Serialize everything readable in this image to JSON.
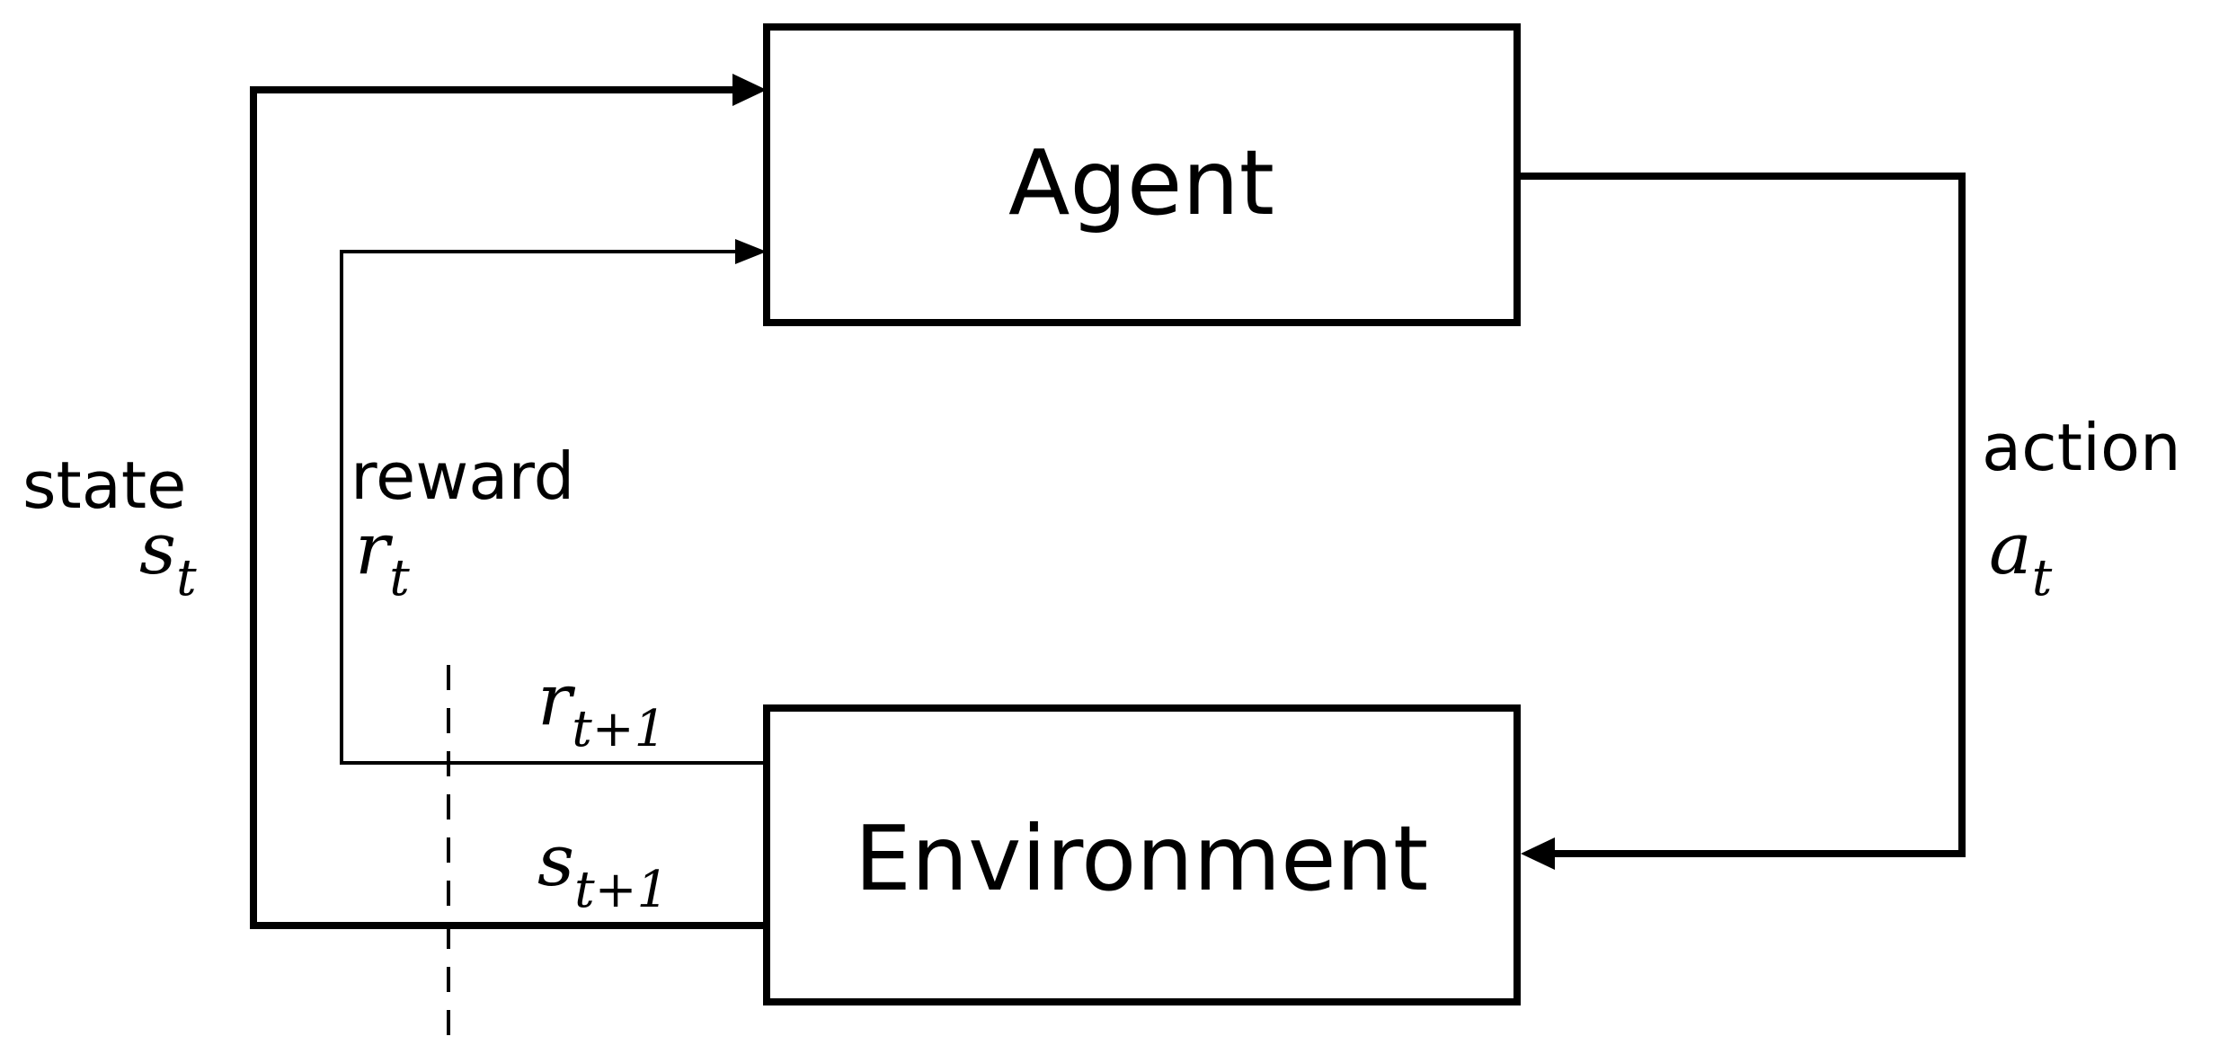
{
  "boxes": {
    "agent": "Agent",
    "environment": "Environment"
  },
  "labels": {
    "state": "state",
    "reward": "reward",
    "action": "action"
  },
  "math": {
    "s_t": {
      "base": "s",
      "sub": "t"
    },
    "r_t": {
      "base": "r",
      "sub": "t"
    },
    "a_t": {
      "base": "a",
      "sub": "t"
    },
    "r_t1": {
      "base": "r",
      "sub": "t+1"
    },
    "s_t1": {
      "base": "s",
      "sub": "t+1"
    }
  }
}
